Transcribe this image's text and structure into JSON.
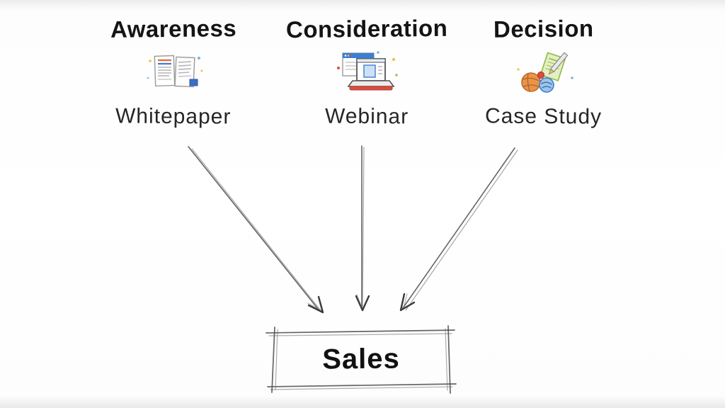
{
  "diagram": {
    "title_hint": "marketing-funnel-content-to-sales",
    "stages": [
      {
        "title": "Awareness",
        "item": "Whitepaper",
        "icon": "whitepaper-icon"
      },
      {
        "title": "Consideration",
        "item": "Webinar",
        "icon": "webinar-icon"
      },
      {
        "title": "Decision",
        "item": "Case Study",
        "icon": "case-study-icon"
      }
    ],
    "sales": {
      "label": "Sales"
    },
    "arrows": [
      {
        "from": "Whitepaper",
        "to": "Sales"
      },
      {
        "from": "Webinar",
        "to": "Sales"
      },
      {
        "from": "Case Study",
        "to": "Sales"
      }
    ]
  },
  "colors": {
    "ink": "#1a1a1a",
    "arrow": "#4a4a4a",
    "blue": "#3b7fd4",
    "light_blue": "#cfe0f5",
    "orange": "#e8834a",
    "red": "#d94f3d",
    "green": "#8fb943",
    "light_green": "#d9e8b0",
    "yellow": "#f2c14e",
    "paper": "#ffffff"
  }
}
